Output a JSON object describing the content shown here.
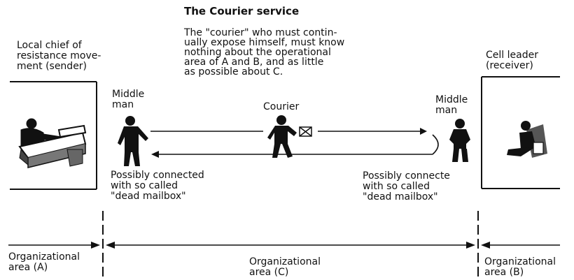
{
  "title": "The Courier service",
  "intro": "The \"courier\" who must contin-\nually expose himself, must know\nnothing about the operational\narea of A and B, and as little\nas possible about C.",
  "sender": "Local chief of\nresistance move-\nment (sender)",
  "receiver": "Cell leader\n(receiver)",
  "middle_left": "Middle\nman",
  "middle_right": "Middle\nman",
  "courier": "Courier",
  "mailbox_left": "Possibly connected\nwith so called\n\"dead mailbox\"",
  "mailbox_right": "Possibly connecte\nwith so called\n\"dead mailbox\"",
  "area_a": "Organizational\narea (A)",
  "area_c": "Organizational\narea (C)",
  "area_b": "Organizational\narea (B)",
  "icons": [
    "person-at-desk-icon",
    "standing-man-icon",
    "courier-with-letter-icon",
    "seated-man-icon",
    "envelope-icon"
  ]
}
